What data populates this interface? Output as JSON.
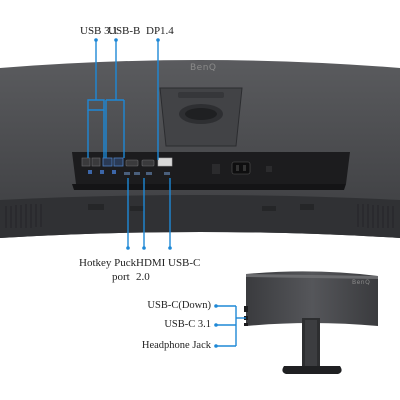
{
  "brand_mark": "BenQ",
  "top_labels": {
    "usb31": "USB 3.1",
    "usbb": "USB-B",
    "dp": "DP1.4"
  },
  "bottom_labels": {
    "hotkey_line1": "Hotkey Puck",
    "hotkey_line2": "port",
    "hdmi_line1": "HDMI",
    "hdmi_line2": "2.0",
    "usbc": "USB-C"
  },
  "side_labels": {
    "usbc_down": "USB-C(Down)",
    "usbc31": "USB-C 3.1",
    "headphone": "Headphone Jack"
  },
  "colors": {
    "callout": "#1e88d6",
    "monitor_body": "#4a4b4d",
    "monitor_dark": "#2f3032",
    "port_panel": "#1c1c1e"
  }
}
